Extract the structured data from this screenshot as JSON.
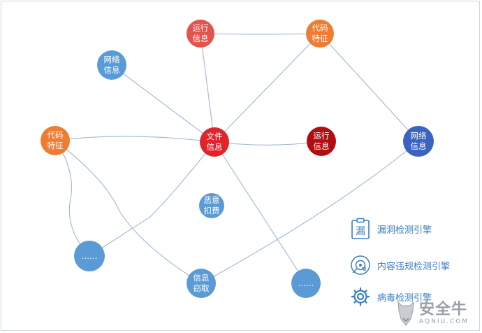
{
  "colors": {
    "red": "#e0242b",
    "salmon": "#e2554e",
    "darkred": "#b20d10",
    "orange": "#ee7d33",
    "blue": "#5b9bd5",
    "navy": "#3b63c1",
    "edge": "#9fb7d4",
    "legend": "#3a7fc4"
  },
  "nodes": [
    {
      "id": "run-info-top",
      "label": "运行\n信息",
      "color": "#e2554e"
    },
    {
      "id": "code-feature-top",
      "label": "代码\n特征",
      "color": "#ee7d33"
    },
    {
      "id": "network-info-left",
      "label": "网络\n信息",
      "color": "#5b9bd5"
    },
    {
      "id": "code-feature-left",
      "label": "代码\n特征",
      "color": "#ee7d33"
    },
    {
      "id": "file-info",
      "label": "文件\n信息",
      "color": "#e0242b"
    },
    {
      "id": "run-info-mid",
      "label": "运行\n信息",
      "color": "#b20d10"
    },
    {
      "id": "network-info-right",
      "label": "网络\n信息",
      "color": "#3b63c1"
    },
    {
      "id": "malicious-fee",
      "label": "恶意\n扣费",
      "color": "#5b9bd5"
    },
    {
      "id": "ellipsis-left",
      "label": "……",
      "color": "#5b9bd5"
    },
    {
      "id": "info-theft",
      "label": "信息\n窃取",
      "color": "#5b9bd5"
    },
    {
      "id": "ellipsis-right",
      "label": "……",
      "color": "#5b9bd5"
    }
  ],
  "legend": [
    {
      "label": "漏洞检测引擎",
      "icon": "clipboard-leak-icon",
      "icon_text": "漏"
    },
    {
      "label": "内容违规检测引擎",
      "icon": "content-scan-icon"
    },
    {
      "label": "病毒检测引擎",
      "icon": "gear-icon"
    }
  ],
  "watermark": {
    "main": "安全牛",
    "sub": "AQNIU.COM"
  }
}
